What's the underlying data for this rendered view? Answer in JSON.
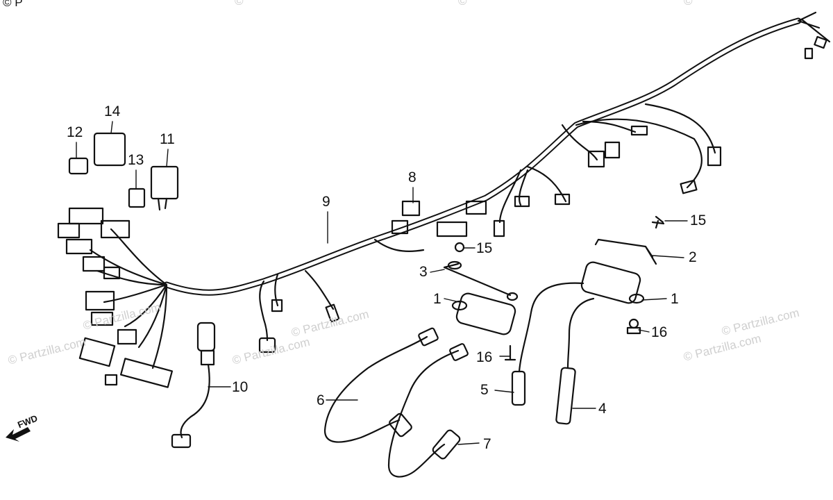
{
  "callouts": {
    "c1a": "1",
    "c1b": "1",
    "c2": "2",
    "c3": "3",
    "c4": "4",
    "c5": "5",
    "c6": "6",
    "c7": "7",
    "c8": "8",
    "c9": "9",
    "c10": "10",
    "c11": "11",
    "c12": "12",
    "c13": "13",
    "c14": "14",
    "c15a": "15",
    "c15b": "15",
    "c16a": "16",
    "c16b": "16"
  },
  "forward_label": "FWD",
  "watermarks": {
    "w1": "© Partzilla.com",
    "w2": "© Partzilla.com",
    "w3": "© Partzilla.com",
    "w4": "© Partzilla.com",
    "w5": "© Partzilla.com",
    "w6": "© Partzilla.com",
    "top1": "© P",
    "top2": "©",
    "top3": "©",
    "top4": "©"
  },
  "colors": {
    "line": "#111111",
    "watermark": "#cfcfcf"
  }
}
